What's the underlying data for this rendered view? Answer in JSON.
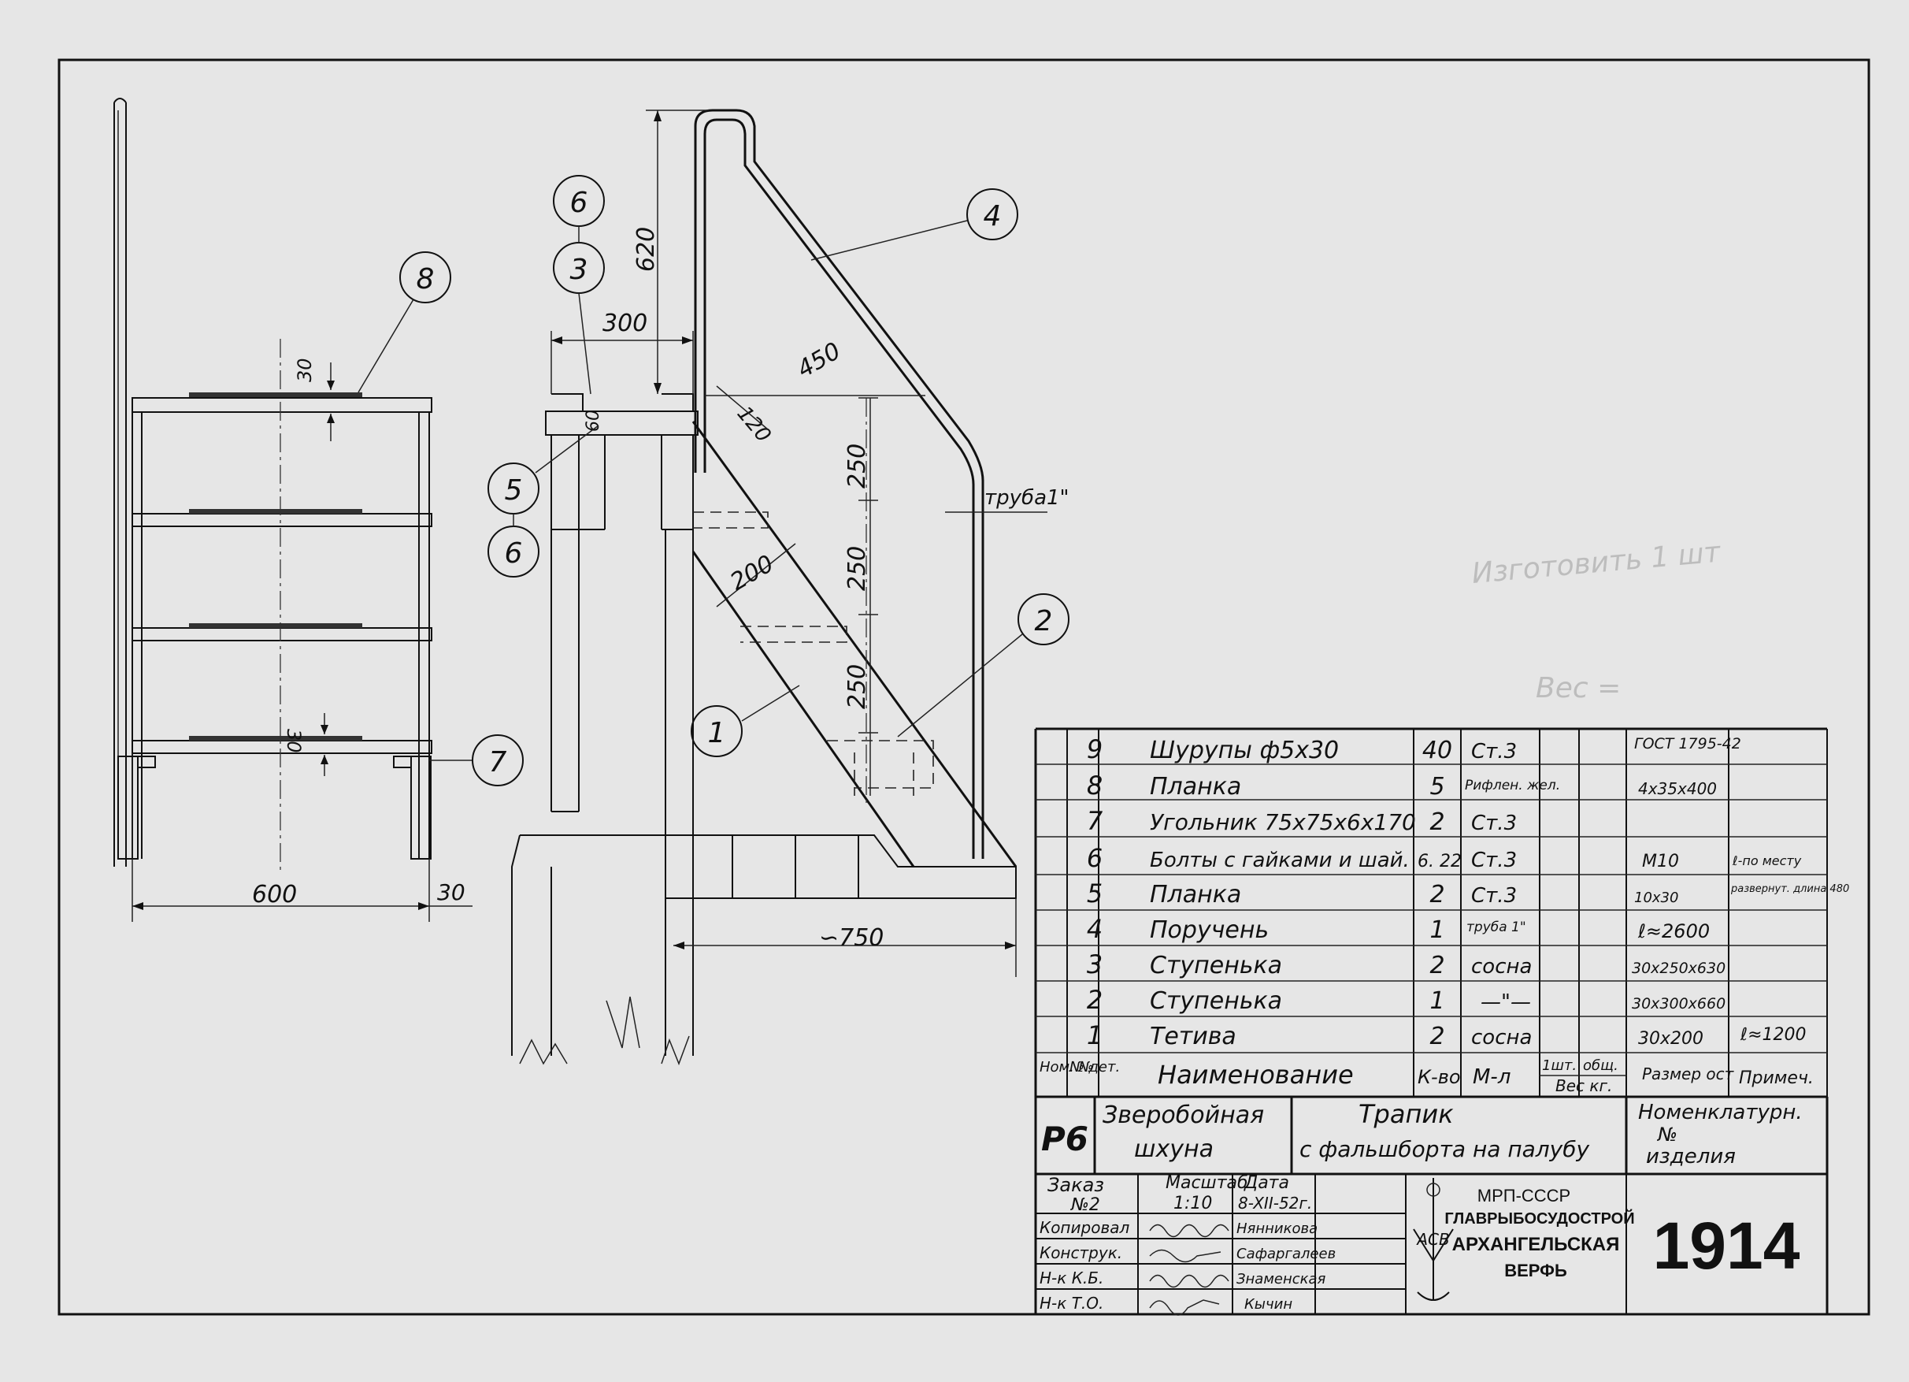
{
  "balloons": {
    "b1": "1",
    "b2": "2",
    "b3": "3",
    "b4": "4",
    "b5": "5",
    "b6_top": "6",
    "b6_bottom": "6",
    "b7": "7",
    "b8": "8"
  },
  "dimensions": {
    "d620": "620",
    "d300": "300",
    "d450": "450",
    "d120": "120",
    "d60": "60",
    "d250_a": "250",
    "d250_b": "250",
    "d250_c": "250",
    "d200": "200",
    "d30_top": "30",
    "d30_bottom": "30",
    "d600": "600",
    "d30_right": "30",
    "d750": "∽750",
    "pipe_note": "труба1\""
  },
  "pencil_notes": {
    "note1": "Изготовить 1 шт",
    "note2": "Вес ="
  },
  "bom": {
    "rows": [
      {
        "no": "9",
        "name": "Шурупы ф5х30",
        "qty": "40",
        "mat": "Ст.3",
        "size": "ГОСТ 1795-42",
        "note": ""
      },
      {
        "no": "8",
        "name": "Планка",
        "qty": "5",
        "mat": "Рифлен. жел.",
        "size": "4х35х400",
        "note": ""
      },
      {
        "no": "7",
        "name": "Угольник 75х75х6х170",
        "qty": "2",
        "mat": "Ст.3",
        "size": "",
        "note": ""
      },
      {
        "no": "6",
        "name": "Болты с гайками и шай.",
        "qty": "6. 22",
        "mat": "Ст.3",
        "size": "М10",
        "note": "ℓ-по месту"
      },
      {
        "no": "5",
        "name": "Планка",
        "qty": "2",
        "mat": "Ст.3",
        "size": "10х30",
        "note": "развернут. длина 480"
      },
      {
        "no": "4",
        "name": "Поручень",
        "qty": "1",
        "mat": "труба 1\"",
        "size": "ℓ≈2600",
        "note": ""
      },
      {
        "no": "3",
        "name": "Ступенька",
        "qty": "2",
        "mat": "сосна",
        "size": "30х250х630",
        "note": ""
      },
      {
        "no": "2",
        "name": "Ступенька",
        "qty": "1",
        "mat": "—\"—",
        "size": "30х300х660",
        "note": ""
      },
      {
        "no": "1",
        "name": "Тетива",
        "qty": "2",
        "mat": "сосна",
        "size": "30х200",
        "note": "ℓ≈1200"
      }
    ],
    "header": {
      "pos": "Ном. №",
      "det": "№ дет.",
      "name": "Наименование",
      "qty": "К-во",
      "mat": "М-л",
      "w1": "1шт.",
      "w2": "общ.",
      "weight": "Вес кг.",
      "size": "Размер ост",
      "note": "Примеч."
    }
  },
  "title_block": {
    "code": "Р6",
    "vessel_l1": "Зверобойная",
    "vessel_l2": "шхуна",
    "title_l1": "Трапик",
    "title_l2": "с фальшборта на палубу",
    "nom_l1": "Номенклатурн.",
    "nom_l2": "№",
    "nom_l3": "изделия",
    "order_l1": "Заказ",
    "order_l2": "№2",
    "scale_l1": "Масштаб",
    "scale_l2": "1:10",
    "date_l1": "Дата",
    "date_l2": "8-XII-52г.",
    "roles": [
      "Копировал",
      "Конструк.",
      "Н-к К.Б.",
      "Н-к Т.О."
    ],
    "names": [
      "Нянникова",
      "Сафаргалеев",
      "Знаменская",
      "Кычин"
    ],
    "org_l1": "МРП-СССР",
    "org_l2": "ГЛАВРЫБОСУДОСТРОЙ",
    "org_l3": "АРХАНГЕЛЬСКАЯ",
    "org_l4": "ВЕРФЬ",
    "logo_text": "АСВ",
    "drawing_no": "1914"
  }
}
